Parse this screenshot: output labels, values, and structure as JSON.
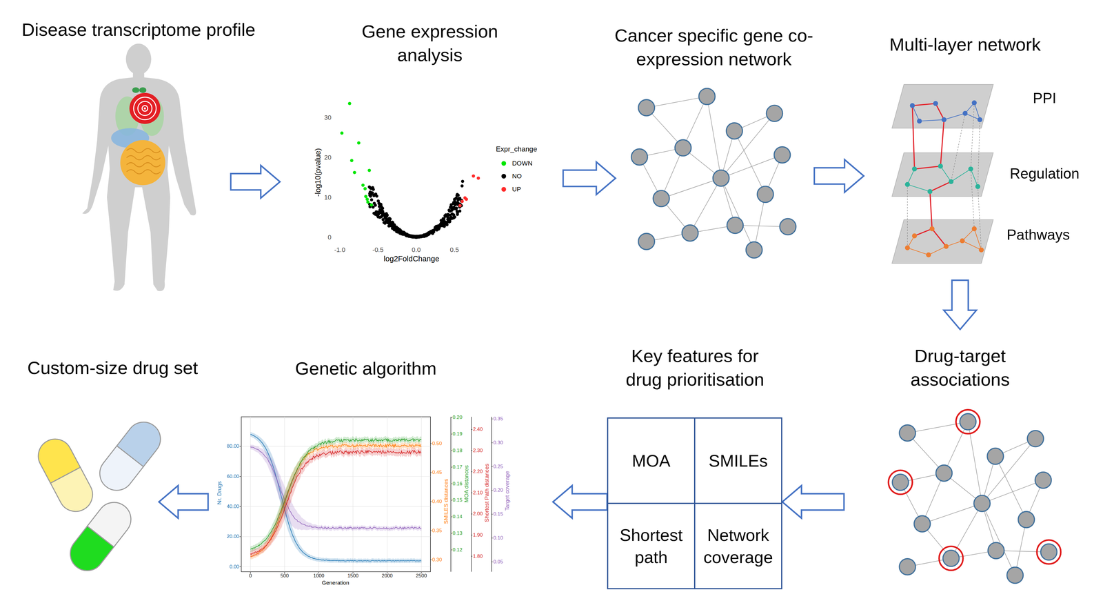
{
  "diagram": {
    "nodes": [
      {
        "text": [
          "Disease transcriptome profile"
        ]
      },
      {
        "text": [
          "Gene expression analysis"
        ]
      },
      {
        "text": [
          "Cancer specific gene co-expression network"
        ]
      },
      {
        "text": [
          "Multi-layer network"
        ]
      },
      {
        "text": [
          "Drug-target associations"
        ]
      },
      {
        "text": [
          "Key features for drug prioritisation"
        ]
      },
      {
        "text": [
          "MOA"
        ],
        "in": 5
      },
      {
        "text": [
          "SMILEs"
        ],
        "in": 5
      },
      {
        "text": [
          "Shortest path"
        ],
        "in": 5
      },
      {
        "text": [
          "Network coverage"
        ],
        "in": 5
      },
      {
        "text": [
          "Genetic algorithm"
        ]
      },
      {
        "text": [
          "Custom-size drug set"
        ]
      }
    ],
    "edges": [
      {
        "from": 0,
        "to": 1,
        "arrow": "to"
      },
      {
        "from": 1,
        "to": 2,
        "arrow": "to"
      },
      {
        "from": 2,
        "to": 3,
        "arrow": "to"
      },
      {
        "from": 3,
        "to": 4,
        "arrow": "to"
      },
      {
        "from": 4,
        "to": 5,
        "arrow": "to"
      },
      {
        "from": 5,
        "to": 10,
        "arrow": "to"
      },
      {
        "from": 10,
        "to": 11,
        "arrow": "to"
      }
    ],
    "labels": [
      "-log10(pvalue)",
      "30",
      "20",
      "10",
      "0",
      "-1.0",
      "-0.5",
      "0.0",
      "0.5",
      "log2FoldChange",
      "Expr_change",
      "PPI",
      "Regulation",
      "Pathways",
      "Nr. Drugs",
      "80.00",
      "60.00",
      "40.00",
      "20.00",
      "0.00",
      "0",
      "500",
      "1000",
      "1500",
      "2000",
      "2500",
      "Generation",
      "0.50",
      "0.45",
      "0.40",
      "0.35",
      "0.30",
      "SMILES distances",
      "0.20",
      "0.19",
      "0.18",
      "0.17",
      "0.16",
      "0.15",
      "0.14",
      "0.13",
      "0.12",
      "MOA distances",
      "2.40",
      "2.30",
      "2.20",
      "2.10",
      "2.00",
      "1.90",
      "1.80",
      "Shortest Path distances",
      "0.35",
      "0.30",
      "0.25",
      "0.20",
      "0.15",
      "0.10",
      "0.05",
      "Target coverage"
    ],
    "legend": [
      {
        "text": "DOWN",
        "color": "#00e600"
      },
      {
        "text": "NO",
        "color": "#000000"
      },
      {
        "text": "UP",
        "color": "#ff2a2a"
      }
    ]
  }
}
